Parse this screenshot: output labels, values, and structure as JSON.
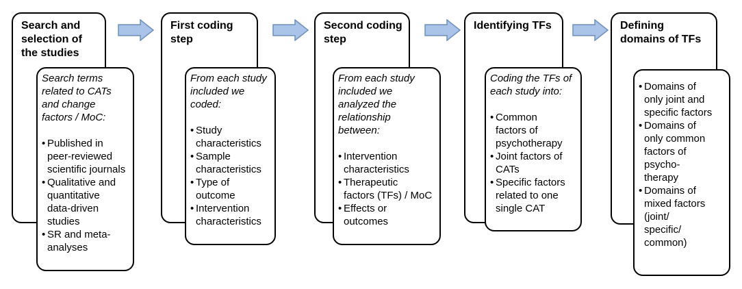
{
  "steps": [
    {
      "title": "Search and\nselection of\nthe studies",
      "intro": "Search terms\nrelated to CATs\nand change\nfactors / MoC:",
      "items": [
        "Published in\npeer-reviewed\nscientific journals",
        "Qualitative and\nquantitative\ndata-driven\nstudies",
        "SR and meta-\nanalyses"
      ]
    },
    {
      "title": "First coding\nstep",
      "intro": "From each study\nincluded we\ncoded:",
      "items": [
        "Study\ncharacteristics",
        "Sample\ncharacteristics",
        "Type of\noutcome",
        "Intervention\ncharacteristics"
      ]
    },
    {
      "title": "Second coding\nstep",
      "intro": "From each study\nincluded we\nanalyzed the\nrelationship\nbetween:",
      "items": [
        "Intervention\ncharacteristics",
        "Therapeutic\nfactors (TFs) / MoC",
        "Effects or\noutcomes"
      ]
    },
    {
      "title": "Identifying TFs",
      "intro": "Coding the TFs of\neach study into:",
      "items": [
        "Common\nfactors of\npsychotherapy",
        "Joint factors of\nCATs",
        "Specific factors\nrelated to one\nsingle CAT"
      ]
    },
    {
      "title": "Defining\ndomains of TFs",
      "intro": "",
      "items": [
        "Domains of\nonly joint and\nspecific factors",
        "Domains of\nonly common\nfactors of\npsycho-\ntherapy",
        "Domains of\nmixed factors\n(joint/\nspecific/\ncommon)"
      ]
    }
  ],
  "colors": {
    "arrow_fill": "#a9c4e8",
    "arrow_stroke": "#6f8fb8"
  }
}
